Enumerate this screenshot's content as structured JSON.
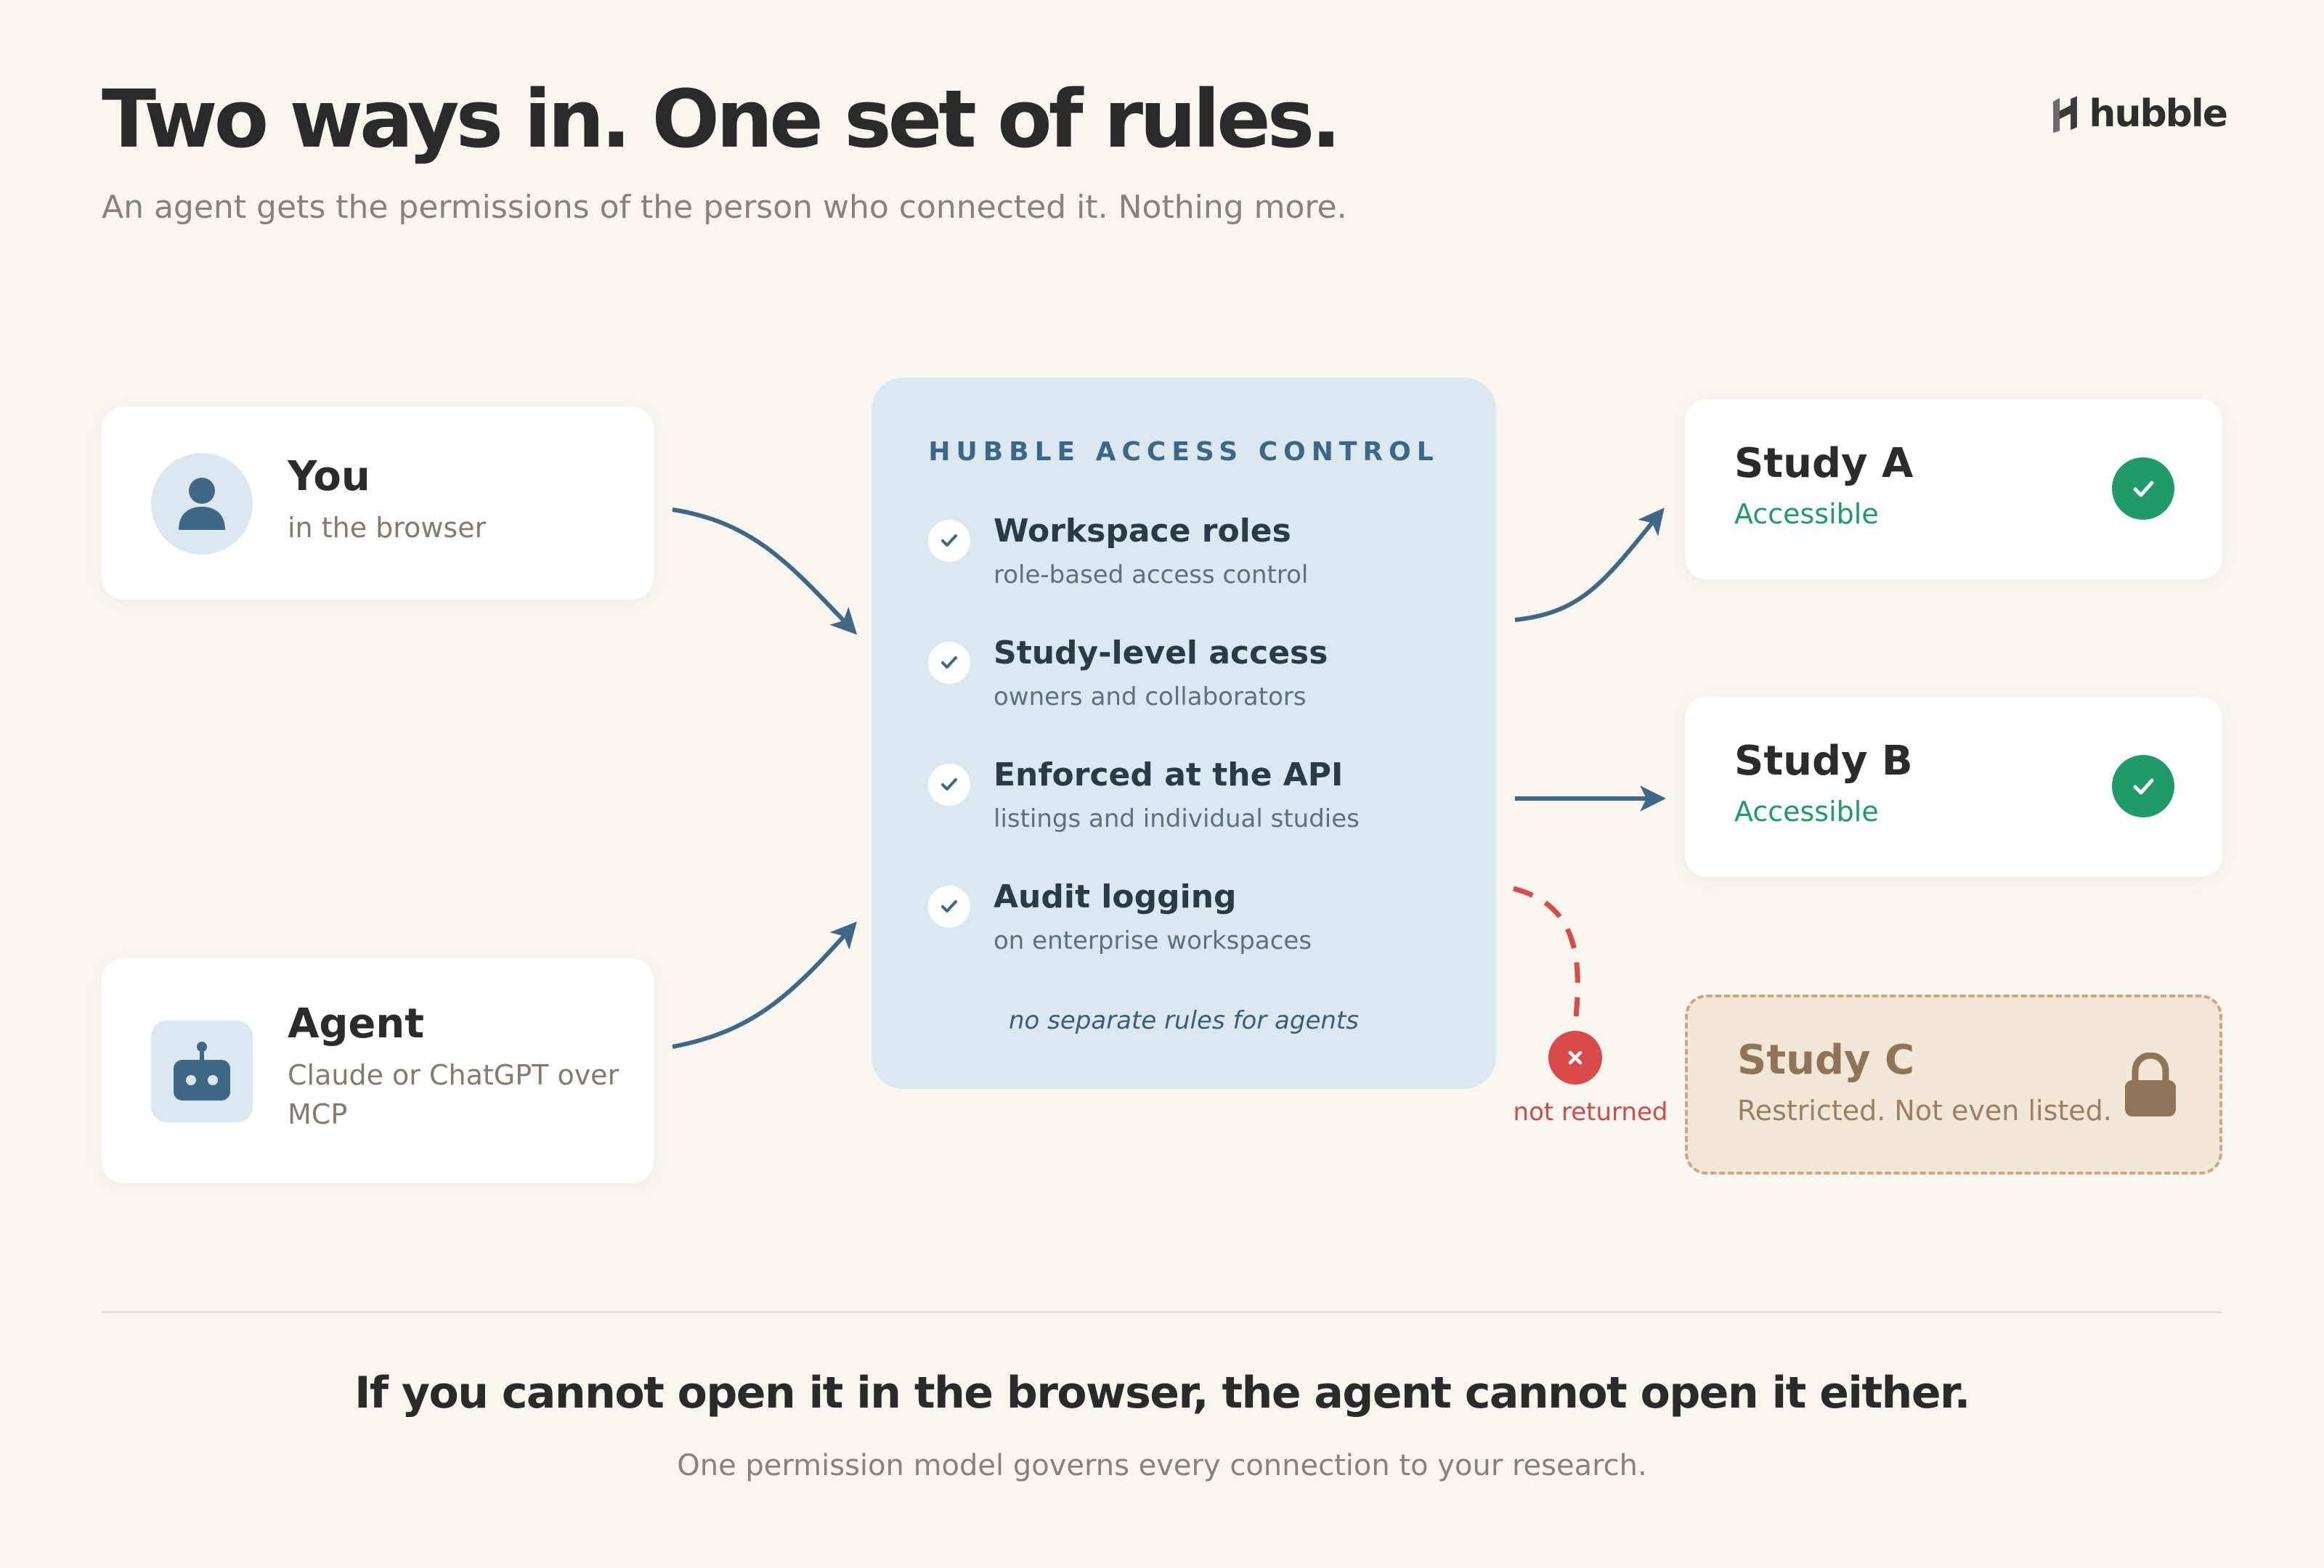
{
  "header": {
    "title": "Two ways in. One set of rules.",
    "subtitle": "An agent gets the permissions of the person who connected it. Nothing more.",
    "logo_text": "hubble"
  },
  "sources": [
    {
      "name": "You",
      "description": "in the browser",
      "icon": "person-icon"
    },
    {
      "name": "Agent",
      "description": "Claude or ChatGPT over MCP",
      "icon": "robot-icon"
    }
  ],
  "access_control": {
    "title": "HUBBLE ACCESS CONTROL",
    "rules": [
      {
        "title": "Workspace roles",
        "subtitle": "role-based access control"
      },
      {
        "title": "Study-level access",
        "subtitle": "owners and collaborators"
      },
      {
        "title": "Enforced at the API",
        "subtitle": "listings and individual studies"
      },
      {
        "title": "Audit logging",
        "subtitle": "on enterprise workspaces"
      }
    ],
    "footnote": "no separate rules for agents"
  },
  "studies": [
    {
      "name": "Study A",
      "status": "Accessible"
    },
    {
      "name": "Study B",
      "status": "Accessible"
    },
    {
      "name": "Study C",
      "status": "Restricted. Not even listed."
    }
  ],
  "blocked_label": "not returned",
  "footer": {
    "title": "If you cannot open it in the browser, the agent cannot open it either.",
    "subtitle": "One permission model governs every connection to your research."
  },
  "colors": {
    "background": "#f9f6f0",
    "panel": "#dbe8f0",
    "accent_blue": "#3e6886",
    "accessible_green": "#1f9a69",
    "blocked_red": "#d94a4a",
    "restricted_brown": "#8f7457"
  }
}
